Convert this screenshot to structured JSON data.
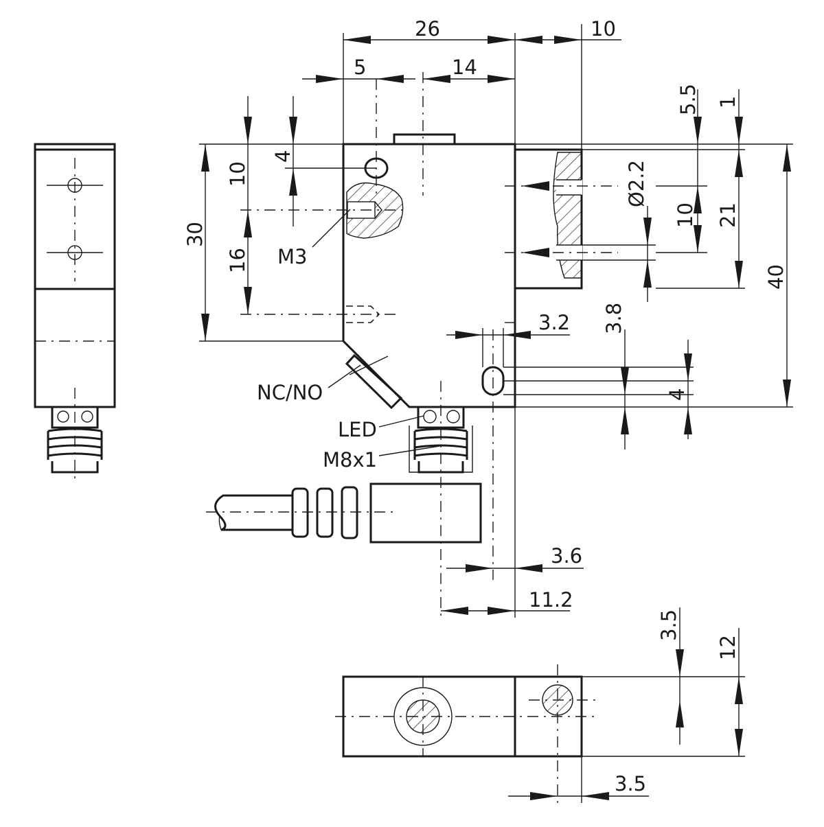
{
  "dimensions": {
    "d26": "26",
    "d10_top": "10",
    "d5": "5",
    "d14": "14",
    "d5_5": "5.5",
    "d1": "1",
    "d4_left": "4",
    "d10_left": "10",
    "d16": "16",
    "d30": "30",
    "d2_2": "Ø2.2",
    "d10_right": "10",
    "d21": "21",
    "d40": "40",
    "d3_2": "3.2",
    "d3_8": "3.8",
    "d4_right": "4",
    "d3_6": "3.6",
    "d11_2": "11.2",
    "d3_5_vert": "3.5",
    "d12": "12",
    "d3_5_horiz": "3.5"
  },
  "labels": {
    "m3": "M3",
    "nc_no": "NC/NO",
    "led": "LED",
    "m8x1": "M8x1"
  }
}
